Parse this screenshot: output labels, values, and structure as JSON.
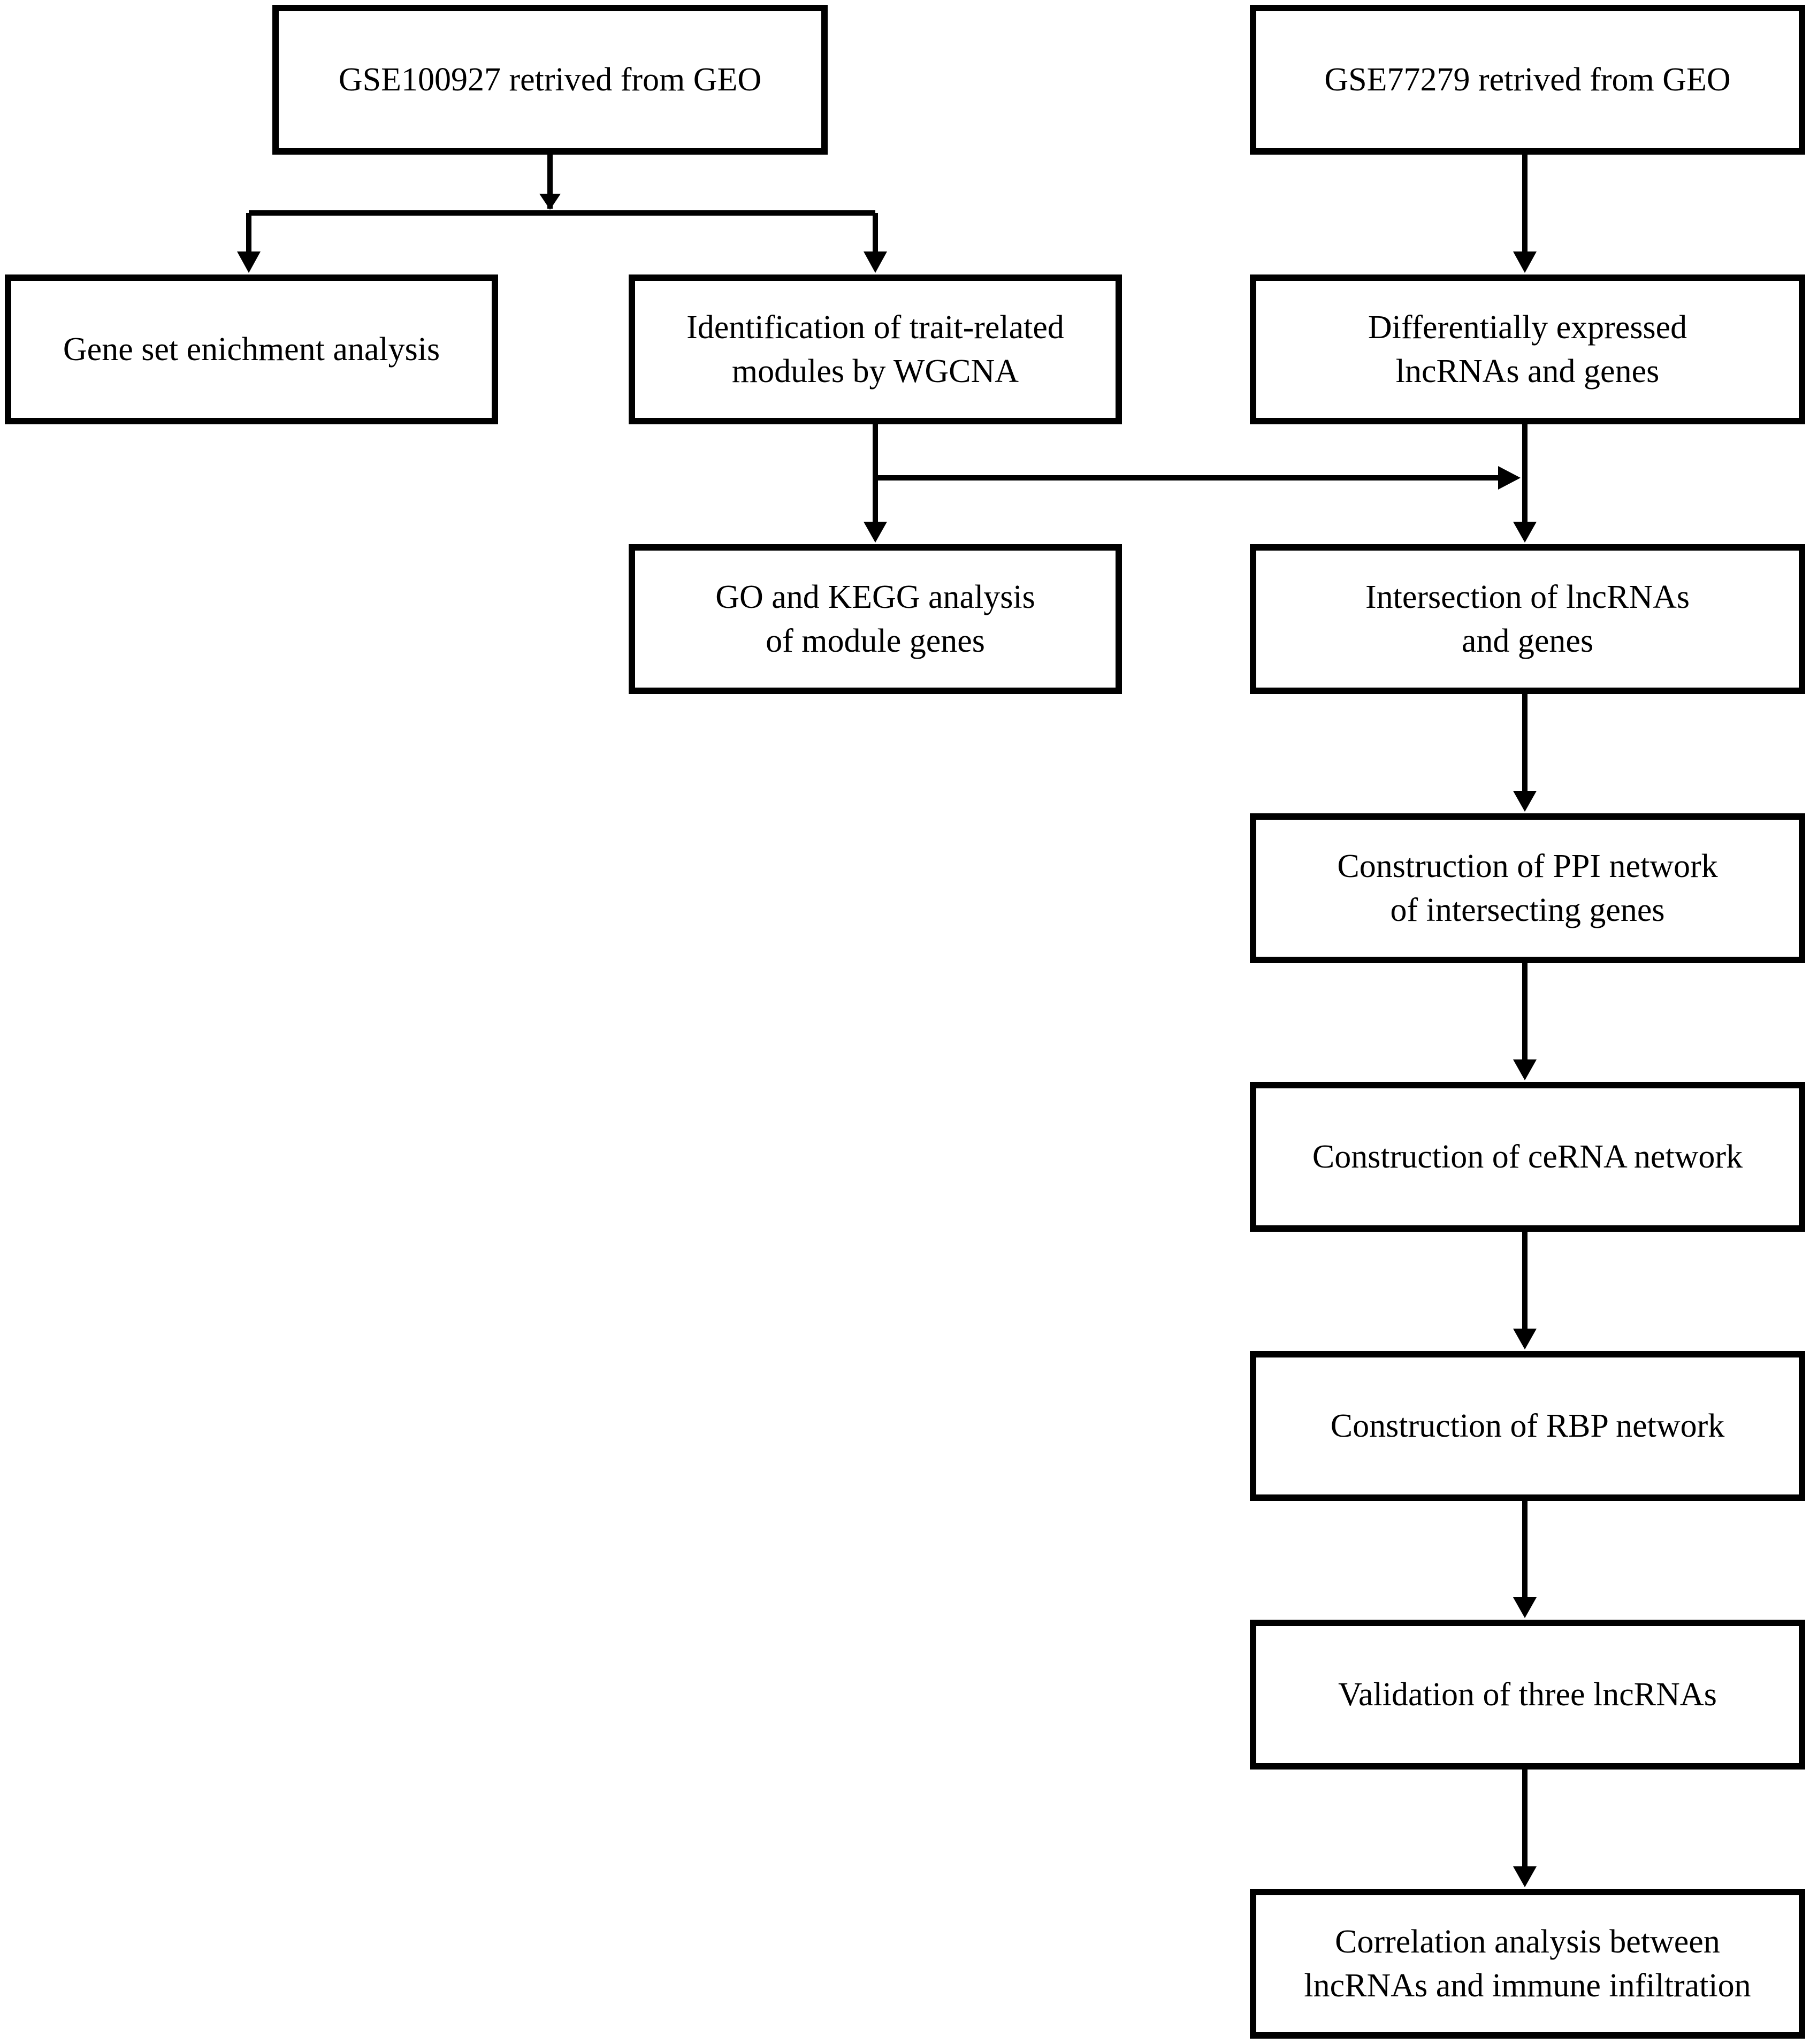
{
  "boxes": {
    "gse100927": {
      "lines": [
        "GSE100927 retrived from GEO"
      ]
    },
    "gse77279": {
      "lines": [
        "GSE77279 retrived from GEO"
      ]
    },
    "gsea": {
      "lines": [
        "Gene set enichment analysis"
      ]
    },
    "wgcna": {
      "lines": [
        "Identification of trait-related",
        "modules by WGCNA"
      ]
    },
    "deg": {
      "lines": [
        "Differentially expressed",
        "lncRNAs and genes"
      ]
    },
    "gokegg": {
      "lines": [
        "GO and KEGG analysis",
        "of module genes"
      ]
    },
    "intersect": {
      "lines": [
        "Intersection of lncRNAs",
        "and genes"
      ]
    },
    "ppi": {
      "lines": [
        "Construction of PPI network",
        "of intersecting genes"
      ]
    },
    "cerna": {
      "lines": [
        "Construction of ceRNA network"
      ]
    },
    "rbp": {
      "lines": [
        "Construction of RBP network"
      ]
    },
    "validate": {
      "lines": [
        "Validation of three lncRNAs"
      ]
    },
    "immune": {
      "lines": [
        "Correlation analysis between",
        "lncRNAs and immune infiltration"
      ]
    }
  },
  "colors": {
    "stroke": "#000000",
    "fill": "#ffffff"
  }
}
